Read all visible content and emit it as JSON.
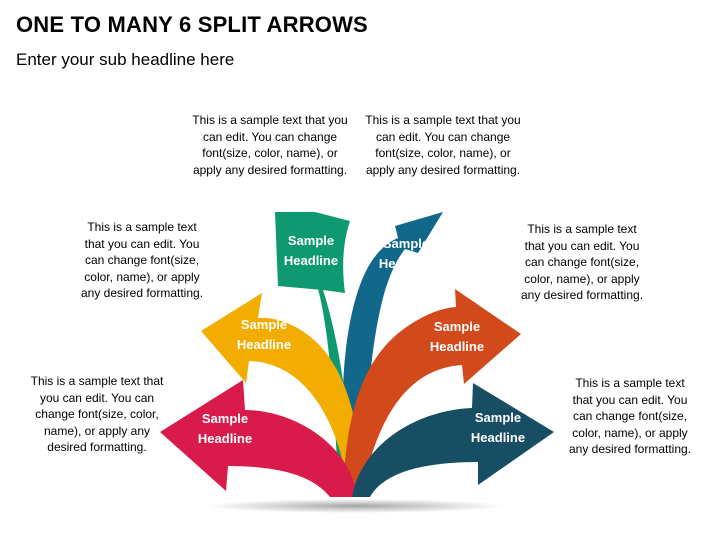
{
  "title": "ONE TO MANY 6 SPLIT ARROWS",
  "subtitle": "Enter your sub headline here",
  "arrows": [
    {
      "line1": "Sample",
      "line2": "Headline",
      "color": "#d81b4a"
    },
    {
      "line1": "Sample",
      "line2": "Headline",
      "color": "#f2ad00"
    },
    {
      "line1": "Sample",
      "line2": "Headline",
      "color": "#0f9970"
    },
    {
      "line1": "Sample",
      "line2": "Headline",
      "color": "#12688a"
    },
    {
      "line1": "Sample",
      "line2": "Headline",
      "color": "#d24a1c"
    },
    {
      "line1": "Sample",
      "line2": "Headline",
      "color": "#174e63"
    }
  ],
  "descriptions": [
    "This is a sample text that you can edit. You can change font(size, color, name), or apply any desired formatting.",
    "This is a sample text that you can edit. You can change font(size, color, name), or apply any desired formatting.",
    "This is a sample text that you can edit. You can change font(size, color, name), or apply any desired formatting.",
    "This is a sample text that you can edit. You can change font(size, color, name), or apply any desired formatting.",
    "This is a sample text that you can edit. You can change font(size, color, name), or apply any desired formatting.",
    "This is a sample text that you can edit. You can change font(size, color, name), or apply any desired formatting."
  ]
}
